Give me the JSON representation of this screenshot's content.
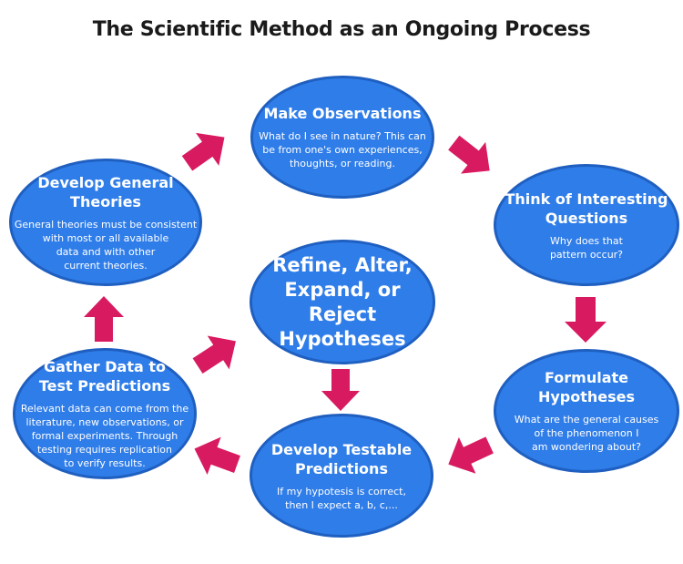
{
  "title": "The Scientific Method as an Ongoing Process",
  "colors": {
    "node_fill": "#2f7de9",
    "node_border": "#1f5fc0",
    "arrow": "#d81b60",
    "text": "#ffffff",
    "title_text": "#1a1a1a"
  },
  "nodes": {
    "observations": {
      "heading": "Make Observations",
      "desc": "What do I see in nature? This can\nbe from one's own experiences,\nthoughts, or reading."
    },
    "questions": {
      "heading": "Think of Interesting\nQuestions",
      "desc": "Why does that\npattern occur?"
    },
    "hypotheses": {
      "heading": "Formulate\nHypotheses",
      "desc": "What are the general causes\nof the phenomenon I\nam wondering about?"
    },
    "predictions": {
      "heading": "Develop Testable\nPredictions",
      "desc": "If my hypotesis is correct,\nthen I expect a, b, c,..."
    },
    "gather": {
      "heading": "Gather Data to\nTest Predictions",
      "desc": "Relevant data can come from the\nliterature, new observations, or\nformal experiments. Through\ntesting requires replication\nto verify results."
    },
    "theories": {
      "heading": "Develop General\nTheories",
      "desc": "General theories must be consistent\nwith most or all available\ndata and with other\ncurrent theories."
    },
    "refine": {
      "heading": "Refine, Alter,\nExpand, or Reject\nHypotheses"
    }
  }
}
